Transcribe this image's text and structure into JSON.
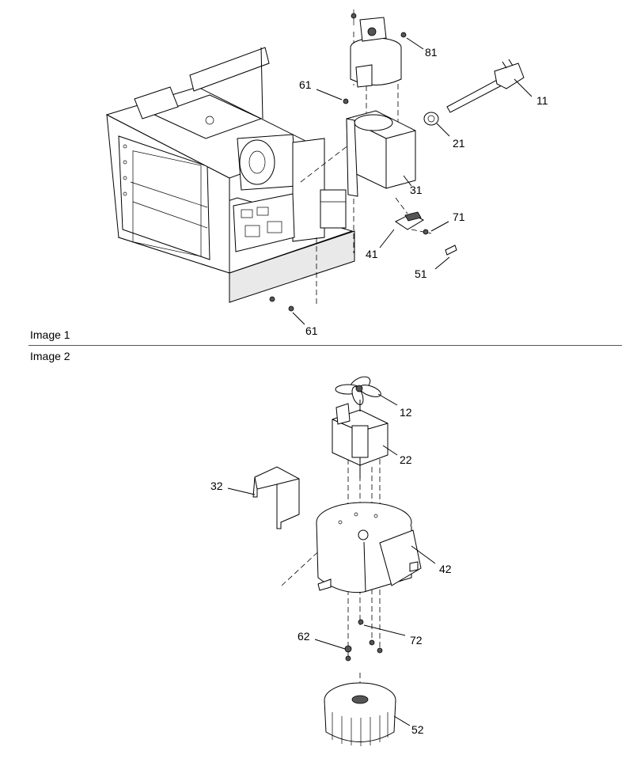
{
  "captions": {
    "image1": "Image 1",
    "image2": "Image 2"
  },
  "callouts": {
    "c81": "81",
    "c61a": "61",
    "c11": "11",
    "c21": "21",
    "c31": "31",
    "c71": "71",
    "c41": "41",
    "c51": "51",
    "c61b": "61",
    "c12": "12",
    "c22": "22",
    "c32": "32",
    "c42": "42",
    "c62": "62",
    "c72": "72",
    "c52": "52"
  }
}
